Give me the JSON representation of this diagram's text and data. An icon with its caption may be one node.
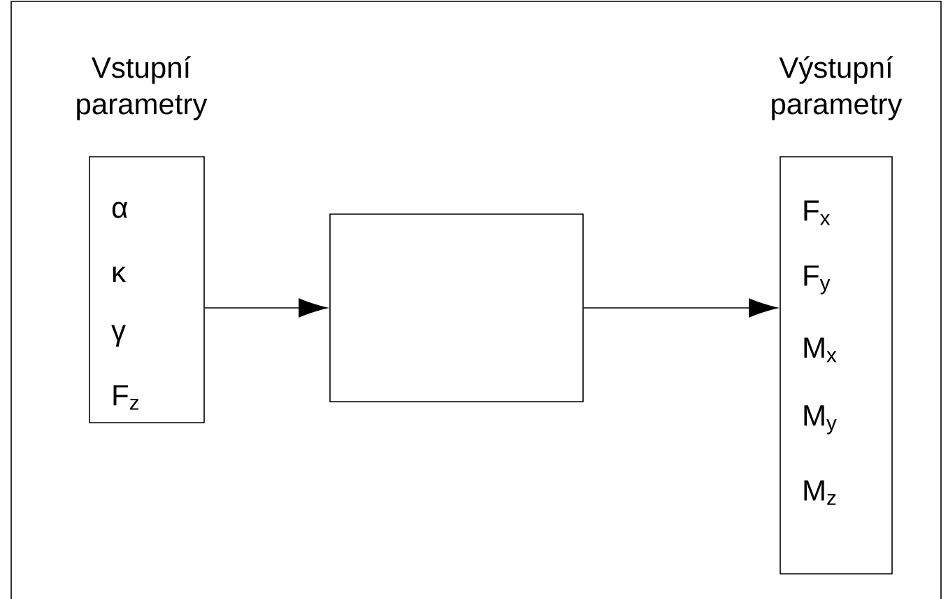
{
  "diagram": {
    "nodes": [
      {
        "text": [
          "Vstupní parametry",
          "α",
          "κ",
          "γ",
          "F$_{z}$"
        ]
      },
      {
        "text": [],
        "shape": "box"
      },
      {
        "text": [
          "Výstupní parametry",
          "F$_{x}$",
          "F$_{y}$",
          "M$_{x}$",
          "M$_{y}$",
          "M$_{z}$"
        ]
      }
    ],
    "edges": [
      {
        "from": 0,
        "to": 1,
        "arrow": "to"
      },
      {
        "from": 1,
        "to": 2,
        "arrow": "to"
      }
    ]
  }
}
